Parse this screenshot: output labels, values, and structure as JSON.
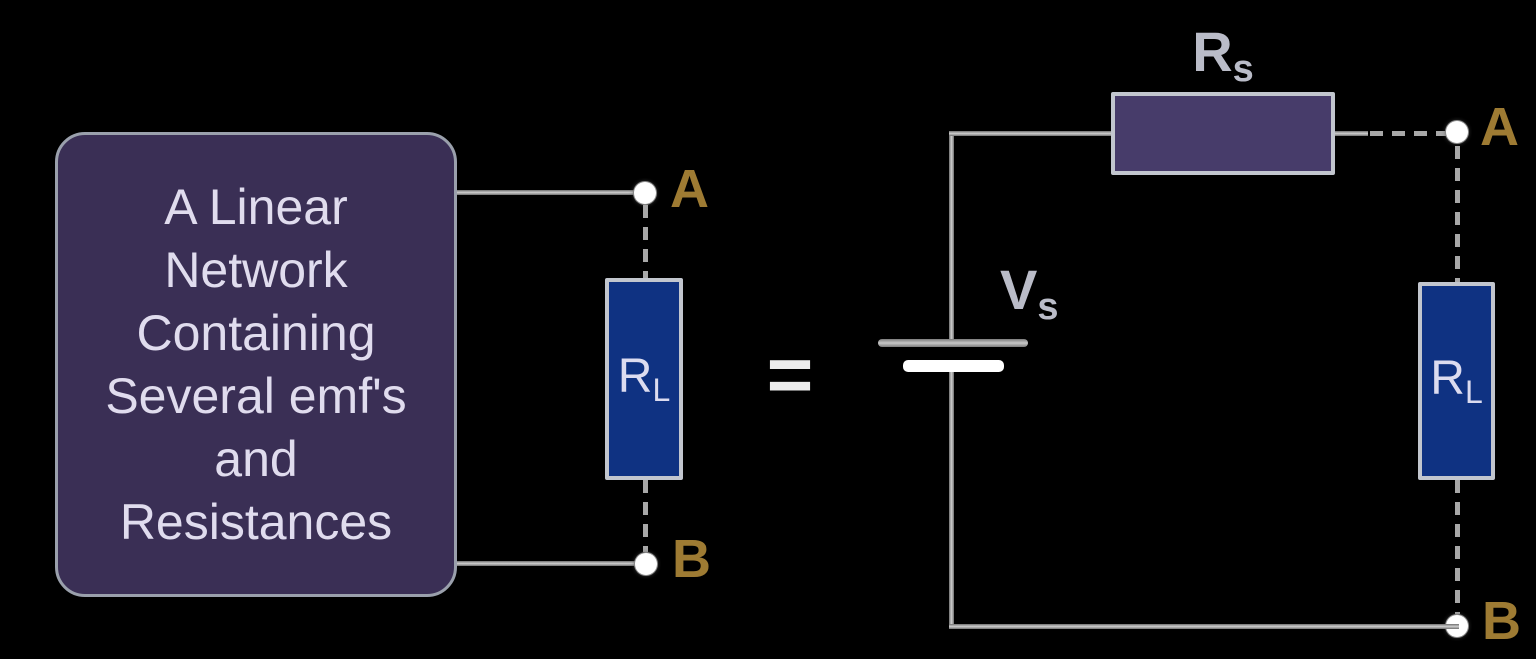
{
  "colors": {
    "background": "#000000",
    "network_box_fill": "#3a2f55",
    "network_box_border": "#9aa0ac",
    "series_resistor_fill": "#473c6a",
    "load_resistor_fill": "#0f3282",
    "resistor_border": "#c2c6ce",
    "wire": "#8e8e8e",
    "dash": "#a8a8a8",
    "terminal_dot": "#ffffff",
    "terminal_label": "#9e7b33",
    "box_text": "#e0dcee",
    "component_label": "#babcc8",
    "equals": "#ededed",
    "battery_positive_plate": "#9a9a9a",
    "battery_negative_plate": "#ffffff"
  },
  "left_circuit": {
    "network_box_lines": [
      "A Linear",
      "Network",
      "Containing",
      "Several emf's",
      "and",
      "Resistances"
    ],
    "load_resistor_label": {
      "main": "R",
      "sub": "L"
    },
    "terminal_a_label": "A",
    "terminal_b_label": "B"
  },
  "equals_sign": "=",
  "right_circuit": {
    "source_label": {
      "main": "V",
      "sub": "s"
    },
    "series_resistor_label": {
      "main": "R",
      "sub": "s"
    },
    "load_resistor_label": {
      "main": "R",
      "sub": "L"
    },
    "terminal_a_label": "A",
    "terminal_b_label": "B"
  }
}
